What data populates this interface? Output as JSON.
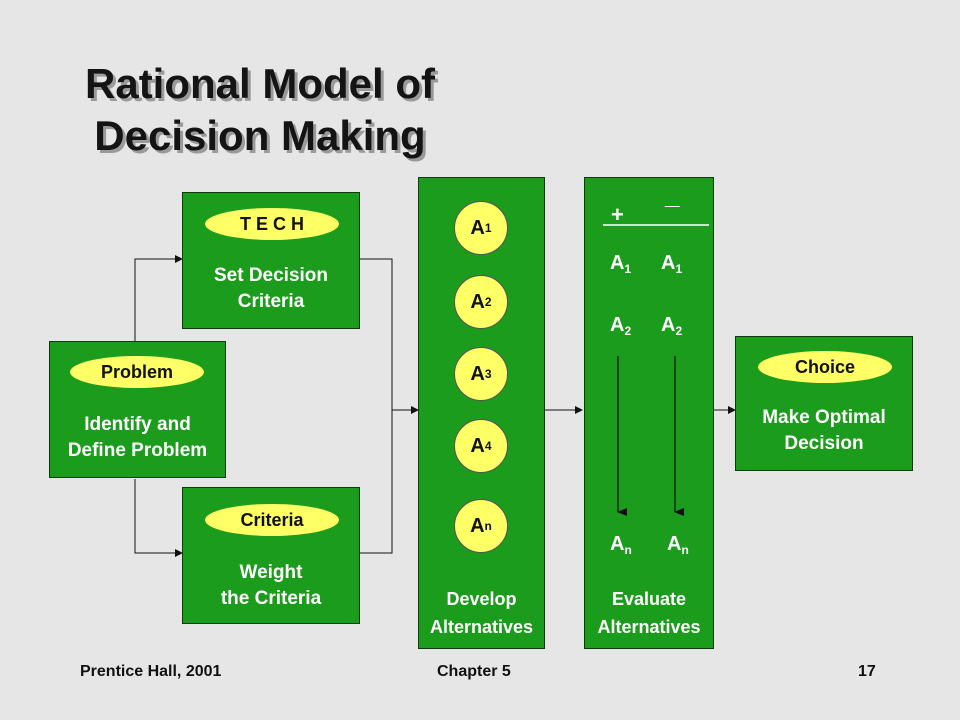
{
  "title": {
    "line1": "Rational Model of",
    "line2": "Decision Making"
  },
  "identify": {
    "pill": "Problem",
    "line1": "Identify and",
    "line2": "Define Problem"
  },
  "set_criteria": {
    "pill": "T E C H",
    "line1": "Set Decision",
    "line2": "Criteria"
  },
  "weight": {
    "pill": "Criteria",
    "line1": "Weight",
    "line2": "the Criteria"
  },
  "develop": {
    "alternatives": [
      {
        "base": "A",
        "sub": "1"
      },
      {
        "base": "A",
        "sub": "2"
      },
      {
        "base": "A",
        "sub": "3"
      },
      {
        "base": "A",
        "sub": "4"
      },
      {
        "base": "A",
        "sub": "n"
      }
    ],
    "line1": "Develop",
    "line2": "Alternatives"
  },
  "evaluate": {
    "plus": "+",
    "minus": "_",
    "left": [
      {
        "base": "A",
        "sub": "1"
      },
      {
        "base": "A",
        "sub": "2"
      },
      {
        "base": "A",
        "sub": "n"
      }
    ],
    "right": [
      {
        "base": "A",
        "sub": "1"
      },
      {
        "base": "A",
        "sub": "2"
      },
      {
        "base": "A",
        "sub": "n"
      }
    ],
    "line1": "Evaluate",
    "line2": "Alternatives"
  },
  "choice": {
    "pill": "Choice",
    "line1": "Make Optimal",
    "line2": "Decision"
  },
  "footer": {
    "left": "Prentice Hall, 2001",
    "center": "Chapter 5",
    "right": "17"
  },
  "colors": {
    "box_green": "#1c9c1c",
    "pill_yellow": "#ffff66",
    "background": "#e6e6e6"
  }
}
